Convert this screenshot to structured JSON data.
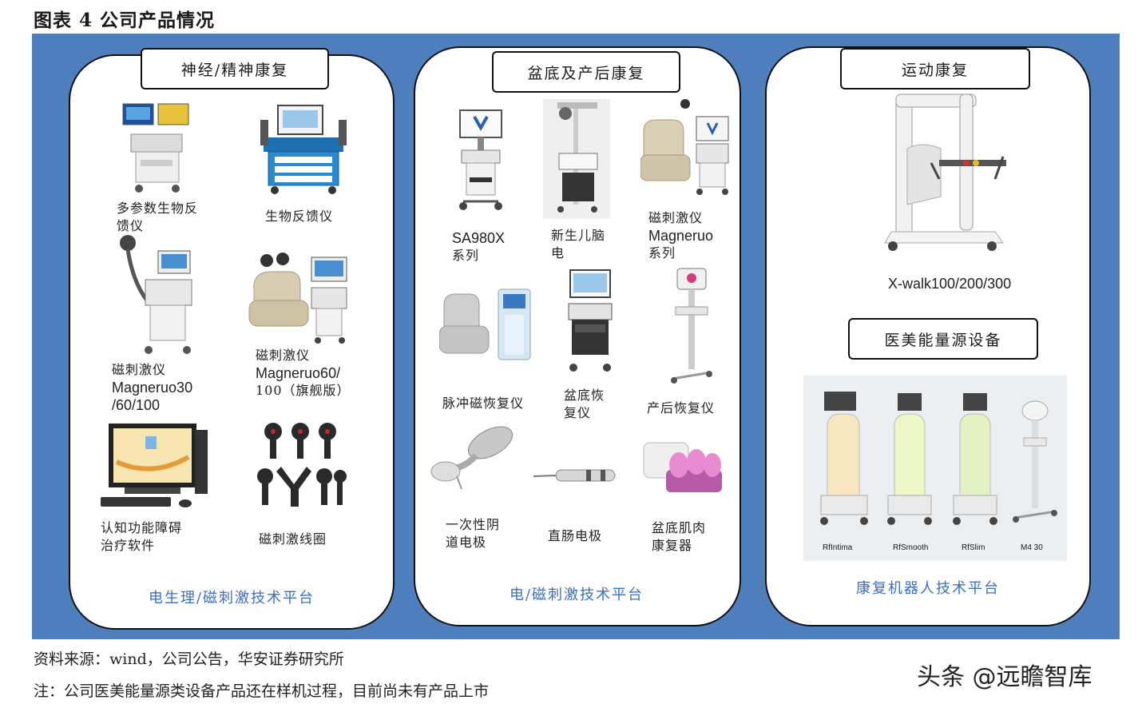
{
  "title": "图表 4 公司产品情况",
  "panels": {
    "neuro": {
      "header": "神经/精神康复",
      "platform": "电生理/磁刺激技术平台",
      "items": [
        {
          "line1": "多参数生物反",
          "line2": "馈仪",
          "icon": "biofeedback-workstation-icon"
        },
        {
          "line1": "生物反馈仪",
          "icon": "biofeedback-cart-icon"
        },
        {
          "line1": "磁刺激仪",
          "line2": "Magneruo30",
          "line3": "/60/100",
          "icon": "magnetic-stimulator-cart-icon"
        },
        {
          "line1": "磁刺激仪",
          "line2": "Magneruo60/",
          "line3": "100（旗舰版）",
          "icon": "magnetic-stimulator-chair-icon"
        },
        {
          "line1": "认知功能障碍",
          "line2": "治疗软件",
          "icon": "cognitive-software-monitor-icon"
        },
        {
          "line1": "磁刺激线圈",
          "icon": "magnetic-coil-icon"
        }
      ]
    },
    "pelvic": {
      "header": "盆底及产后康复",
      "platform": "电/磁刺激技术平台",
      "items": [
        {
          "line1": "SA980X",
          "line2": "系列",
          "icon": "sa980x-cart-icon"
        },
        {
          "line1": "新生儿脑",
          "line2": "电",
          "icon": "neonatal-eeg-icon"
        },
        {
          "line1": "磁刺激仪",
          "line2": "Magneruo",
          "line3": "系列",
          "icon": "magneruo-chair-icon"
        },
        {
          "line1": "脉冲磁恢复仪",
          "icon": "pulse-magnetic-chair-icon"
        },
        {
          "line1": "盆底恢",
          "line2": "复仪",
          "icon": "pelvic-recovery-cart-icon"
        },
        {
          "line1": "产后恢复仪",
          "icon": "postpartum-device-icon"
        },
        {
          "line1": "一次性阴",
          "line2": "道电极",
          "icon": "vaginal-electrode-icon"
        },
        {
          "line1": "直肠电极",
          "icon": "rectal-electrode-icon"
        },
        {
          "line1": "盆底肌肉",
          "line2": "康复器",
          "icon": "pelvic-muscle-trainer-icon"
        }
      ]
    },
    "motion": {
      "header": "运动康复",
      "product": "X-walk100/200/300",
      "subheader": "医美能量源设备",
      "platform": "康复机器人技术平台",
      "devices": [
        "RfIntima",
        "RfSmooth",
        "RfSlim",
        "M4 30"
      ]
    }
  },
  "source": "资料来源：wind，公司公告，华安证券研究所",
  "note": "注：公司医美能量源类设备产品还在样机过程，目前尚未有产品上市",
  "watermark": "头条 @远瞻智库"
}
